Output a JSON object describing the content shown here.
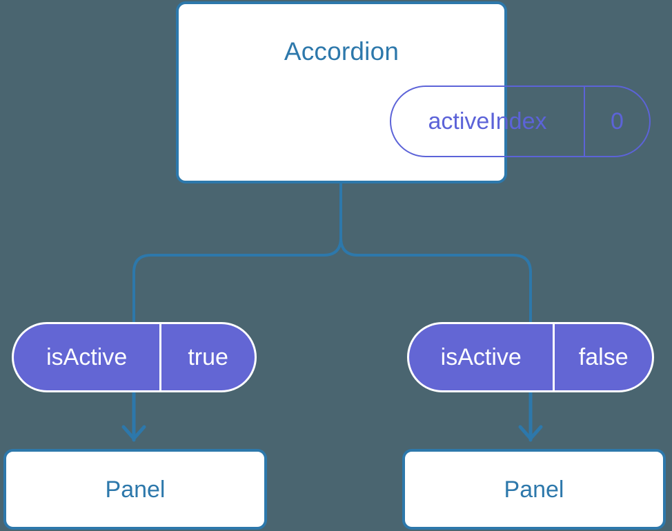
{
  "canvas": {
    "background_color": "#4a6570",
    "accent_blue": "#2d78ab",
    "accent_indigo": "#5c63d8",
    "pill_fill": "#6366d4",
    "node_fill": "#ffffff"
  },
  "root": {
    "title": "Accordion",
    "state": {
      "key": "activeIndex",
      "value": "0"
    }
  },
  "branches": [
    {
      "state": {
        "key": "isActive",
        "value": "true"
      },
      "child": {
        "title": "Panel"
      }
    },
    {
      "state": {
        "key": "isActive",
        "value": "false"
      },
      "child": {
        "title": "Panel"
      }
    }
  ],
  "connectors": {
    "root_to_branches": "tree-split-rounded",
    "branch_to_panel": "down-arrow"
  }
}
